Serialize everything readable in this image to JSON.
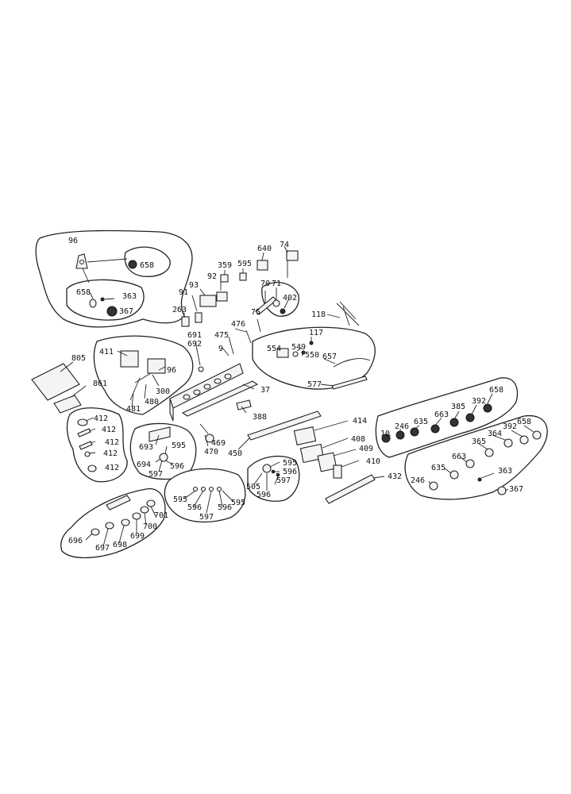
{
  "labels": {
    "p96a": "96",
    "p658a": "658",
    "p658b": "658",
    "p363a": "363",
    "p367a": "367",
    "p359": "359",
    "p92": "92",
    "p595a": "595",
    "p640": "640",
    "p74": "74",
    "p93": "93",
    "p91": "91",
    "p70": "70",
    "p71": "71",
    "p402": "402",
    "p263": "263",
    "p75": "75",
    "p118": "118",
    "p691": "691",
    "p692": "692",
    "p475": "475",
    "p476": "476",
    "p9": "9",
    "p117": "117",
    "p554": "554",
    "p549": "549",
    "p550": "550",
    "p657": "657",
    "p577": "577",
    "p805": "805",
    "p411": "411",
    "p96b": "96",
    "p300": "300",
    "p480": "480",
    "p481": "481",
    "p861": "861",
    "p37": "37",
    "p388": "388",
    "p412a": "412",
    "p412b": "412",
    "p412c": "412",
    "p412d": "412",
    "p412e": "412",
    "p693": "693",
    "p595b": "595",
    "p694": "694",
    "p596a": "596",
    "p597a": "597",
    "p469": "469",
    "p470": "470",
    "p450": "450",
    "p414": "414",
    "p408": "408",
    "p409": "409",
    "p410": "410",
    "p432": "432",
    "p595c": "595",
    "p596b": "596",
    "p597b": "597",
    "p505": "505",
    "p596c": "596",
    "p595d": "595",
    "p596d": "596",
    "p597c": "597",
    "p596e": "596",
    "p595e": "595",
    "p10": "10",
    "p246a": "246",
    "p635a": "635",
    "p663a": "663",
    "p385": "385",
    "p392a": "392",
    "p658c": "658",
    "p658d": "658",
    "p392b": "392",
    "p364": "364",
    "p365": "365",
    "p663b": "663",
    "p635b": "635",
    "p363b": "363",
    "p246b": "246",
    "p367b": "367",
    "p696": "696",
    "p697": "697",
    "p698": "698",
    "p699": "699",
    "p700": "700",
    "p701": "701"
  }
}
